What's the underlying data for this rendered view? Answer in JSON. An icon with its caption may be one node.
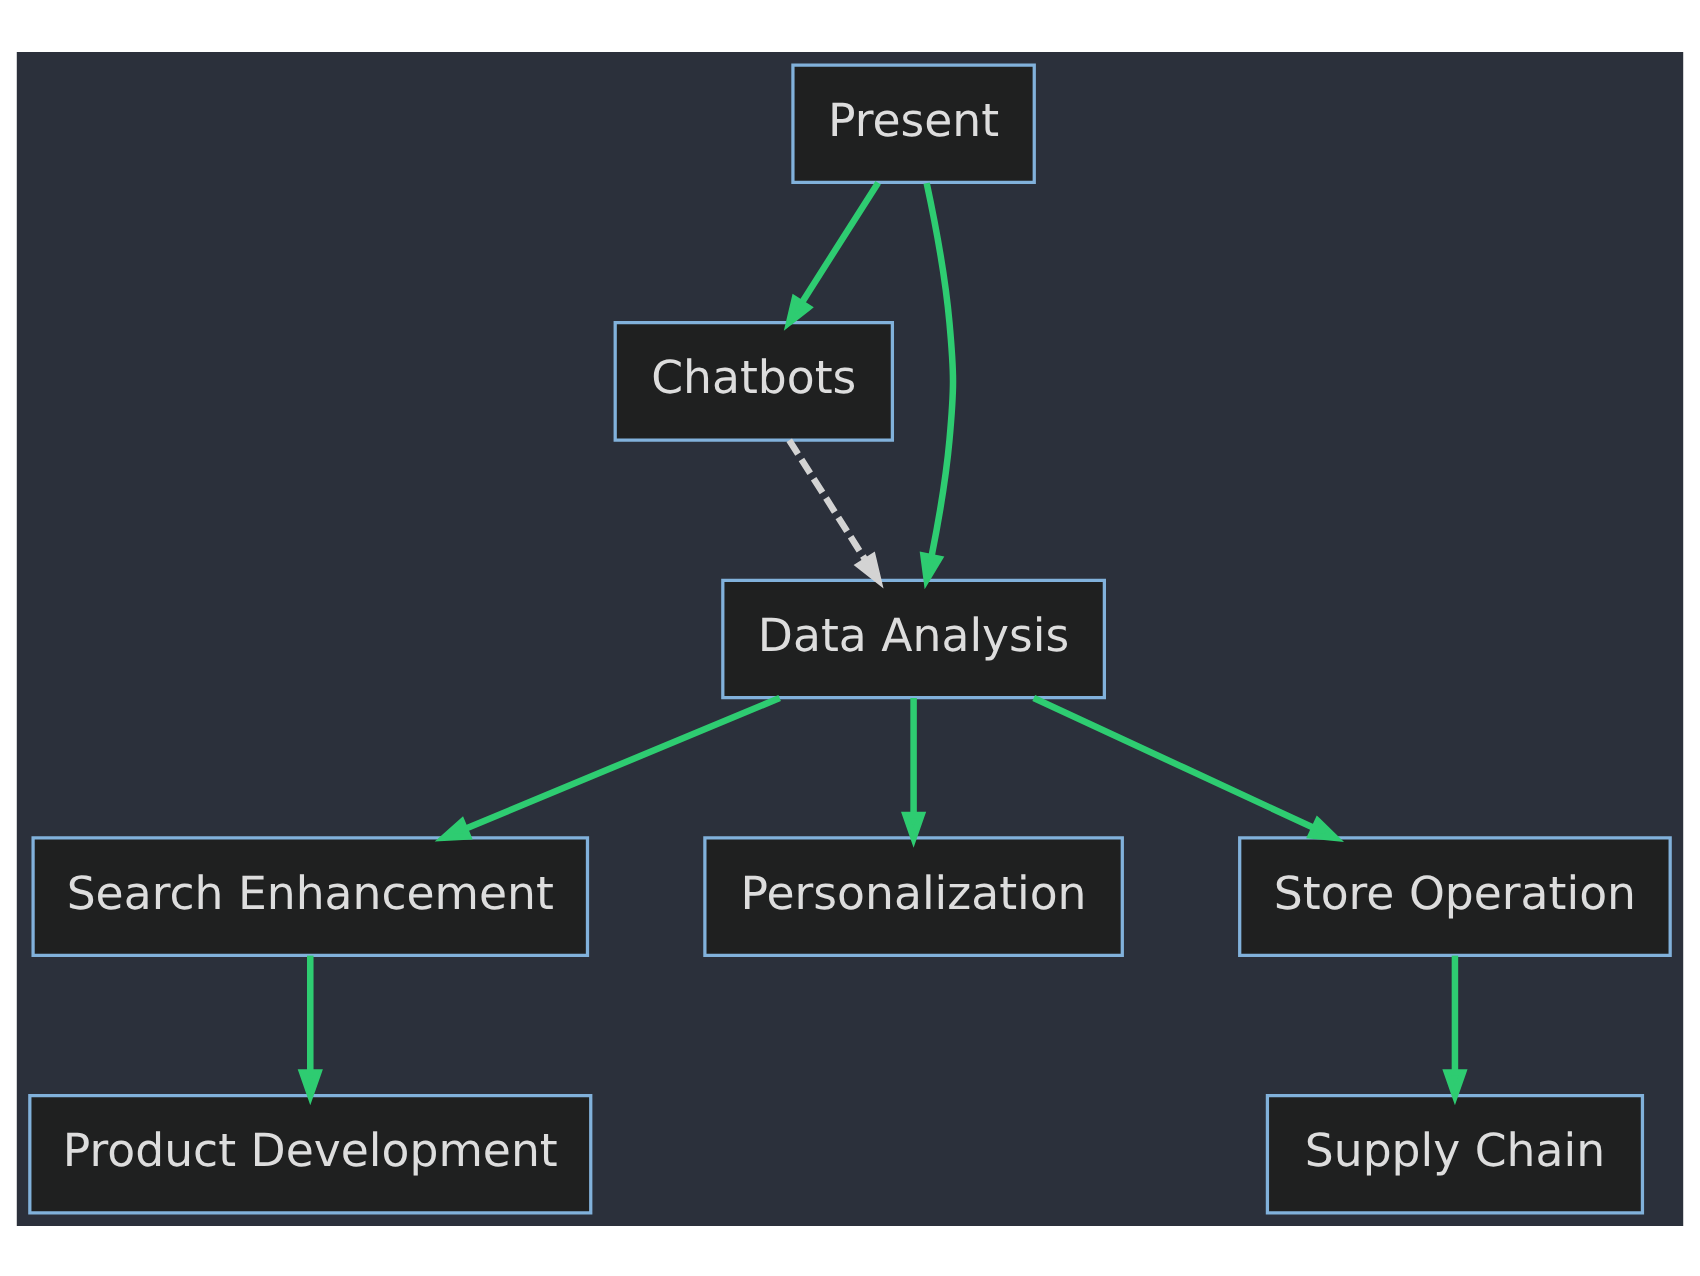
{
  "diagram": {
    "nodes": [
      {
        "text": [
          "Present"
        ]
      },
      {
        "text": [
          "Chatbots"
        ]
      },
      {
        "text": [
          "Data Analysis"
        ]
      },
      {
        "text": [
          "Search Enhancement"
        ]
      },
      {
        "text": [
          "Personalization"
        ]
      },
      {
        "text": [
          "Store Operation"
        ]
      },
      {
        "text": [
          "Product Development"
        ]
      },
      {
        "text": [
          "Supply Chain"
        ]
      }
    ],
    "edges": [
      {
        "from": 0,
        "to": 2,
        "arrow": "to"
      },
      {
        "from": 0,
        "to": 1,
        "arrow": "to"
      },
      {
        "from": 1,
        "to": 2,
        "arrow": "to",
        "style": "dashed",
        "color": "#d3d3d3"
      },
      {
        "from": 2,
        "to": 3,
        "arrow": "to"
      },
      {
        "from": 2,
        "to": 4,
        "arrow": "to"
      },
      {
        "from": 2,
        "to": 5,
        "arrow": "to"
      },
      {
        "from": 3,
        "to": 6,
        "arrow": "to"
      },
      {
        "from": 5,
        "to": 7,
        "arrow": "to"
      }
    ]
  }
}
